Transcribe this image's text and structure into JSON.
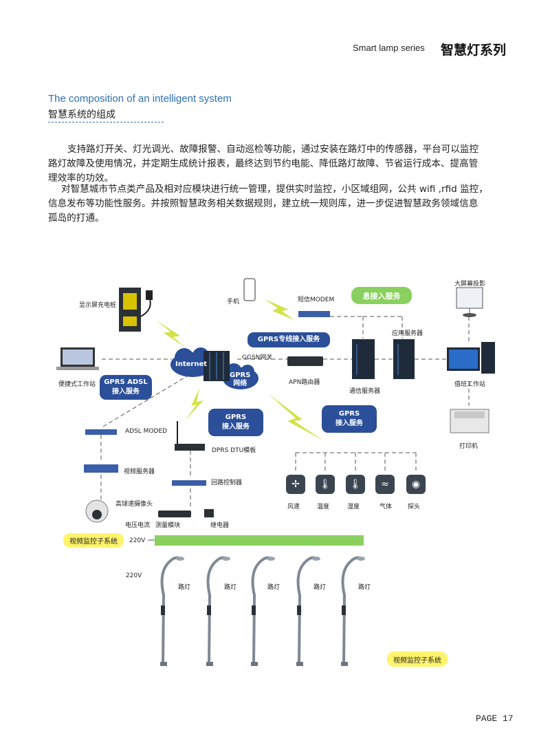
{
  "header": {
    "en": "Smart lamp series",
    "cn": "智慧灯系列"
  },
  "section": {
    "en": "The composition of an intelligent system",
    "cn": "智慧系统的组成"
  },
  "paragraphs": {
    "p1_l1": "支持路灯开关、灯光调光、故障报警、自动巡检等功能，通过安装在路灯中的传感器，平台可以监控",
    "p1_l2": "路灯故障及使用情况，并定期生成统计报表，最终达到节约电能、降低路灯故障、节省运行成本、提高管",
    "p1_l3": "理效率的功效。",
    "p2_l1": "对智慧城市节点类产品及相对应模块进行统一管理，提供实时监控，小区域组网，公共 wifi ,rfid 监控，",
    "p2_l2": "信息发布等功能性服务。并按照智慧政务相关数据规则，建立统一规则库，进一步促进智慧政务领域信息",
    "p2_l3": "孤岛的打通。"
  },
  "diagram": {
    "charging_pile": "显示屏充电桩",
    "phone": "手机",
    "sms_modem": "短信MODEM",
    "sms_service": "息接入服务",
    "big_screen": "大屏幕投影",
    "app_server": "应用服务器",
    "gprs_line": "GPRS专线接入服务",
    "ggsn": "GGSN网关",
    "internet": "Internet",
    "gprs_net_1": "GPRS",
    "gprs_net_2": "网络",
    "laptop": "便捷式工作站",
    "gprs_adsl_1": "GPRS  ADSL",
    "gprs_adsl_2": "接入服务",
    "apn": "APN路由器",
    "comm_server": "通信服务器",
    "duty_station": "值班工作站",
    "gprs_acc_a_1": "GPRS",
    "gprs_acc_a_2": "接入服务",
    "gprs_acc_b_1": "GPRS",
    "gprs_acc_b_2": "接入服务",
    "printer": "打印机",
    "adsl_moded": "ADSL  MODED",
    "dtu": "DPRS  DTU模板",
    "video_server": "视频服务器",
    "loop_ctrl": "回路控制器",
    "dome_cam": "高球速摄像头",
    "voltage": "电压电流",
    "measure": "测量模块",
    "relay": "继电器",
    "sensors": [
      "风速",
      "温度",
      "湿度",
      "气体",
      "探头"
    ],
    "video_sub_1": "视频监控子系统",
    "v220_1": "220V",
    "v220_2": "220V",
    "street_light": "路灯",
    "video_sub_2": "视频监控子系统"
  },
  "page": "PAGE  17"
}
